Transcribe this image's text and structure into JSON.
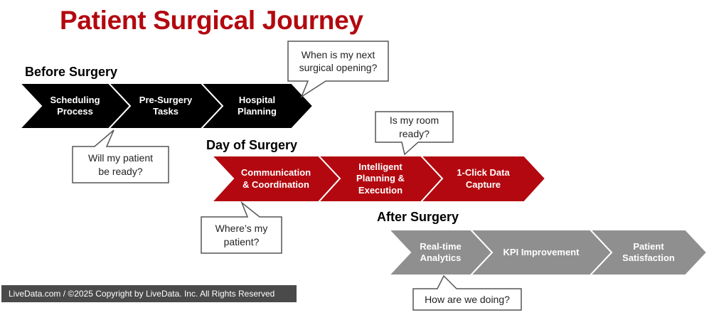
{
  "title": "Patient Surgical Journey",
  "colors": {
    "title": "#b3080f",
    "before": "#000000",
    "day": "#b3080f",
    "after": "#8f8f8f",
    "callout_border": "#555555"
  },
  "stages": [
    {
      "name": "Before Surgery",
      "steps": [
        "Scheduling\nProcess",
        "Pre-Surgery\nTasks",
        "Hospital\nPlanning"
      ],
      "callouts": [
        "Will my patient\nbe ready?",
        "When is my next\nsurgical opening?"
      ]
    },
    {
      "name": "Day of Surgery",
      "steps": [
        "Communication\n& Coordination",
        "Intelligent\nPlanning &\nExecution",
        "1-Click Data\nCapture"
      ],
      "callouts": [
        "Where’s my\npatient?",
        "Is my room\nready?"
      ]
    },
    {
      "name": "After Surgery",
      "steps": [
        "Real-time\nAnalytics",
        "KPI Improvement",
        "Patient\nSatisfaction"
      ],
      "callouts": [
        "How are we doing?"
      ]
    }
  ],
  "footer": "LiveData.com / ©2025 Copyright by LiveData. Inc. All Rights Reserved"
}
